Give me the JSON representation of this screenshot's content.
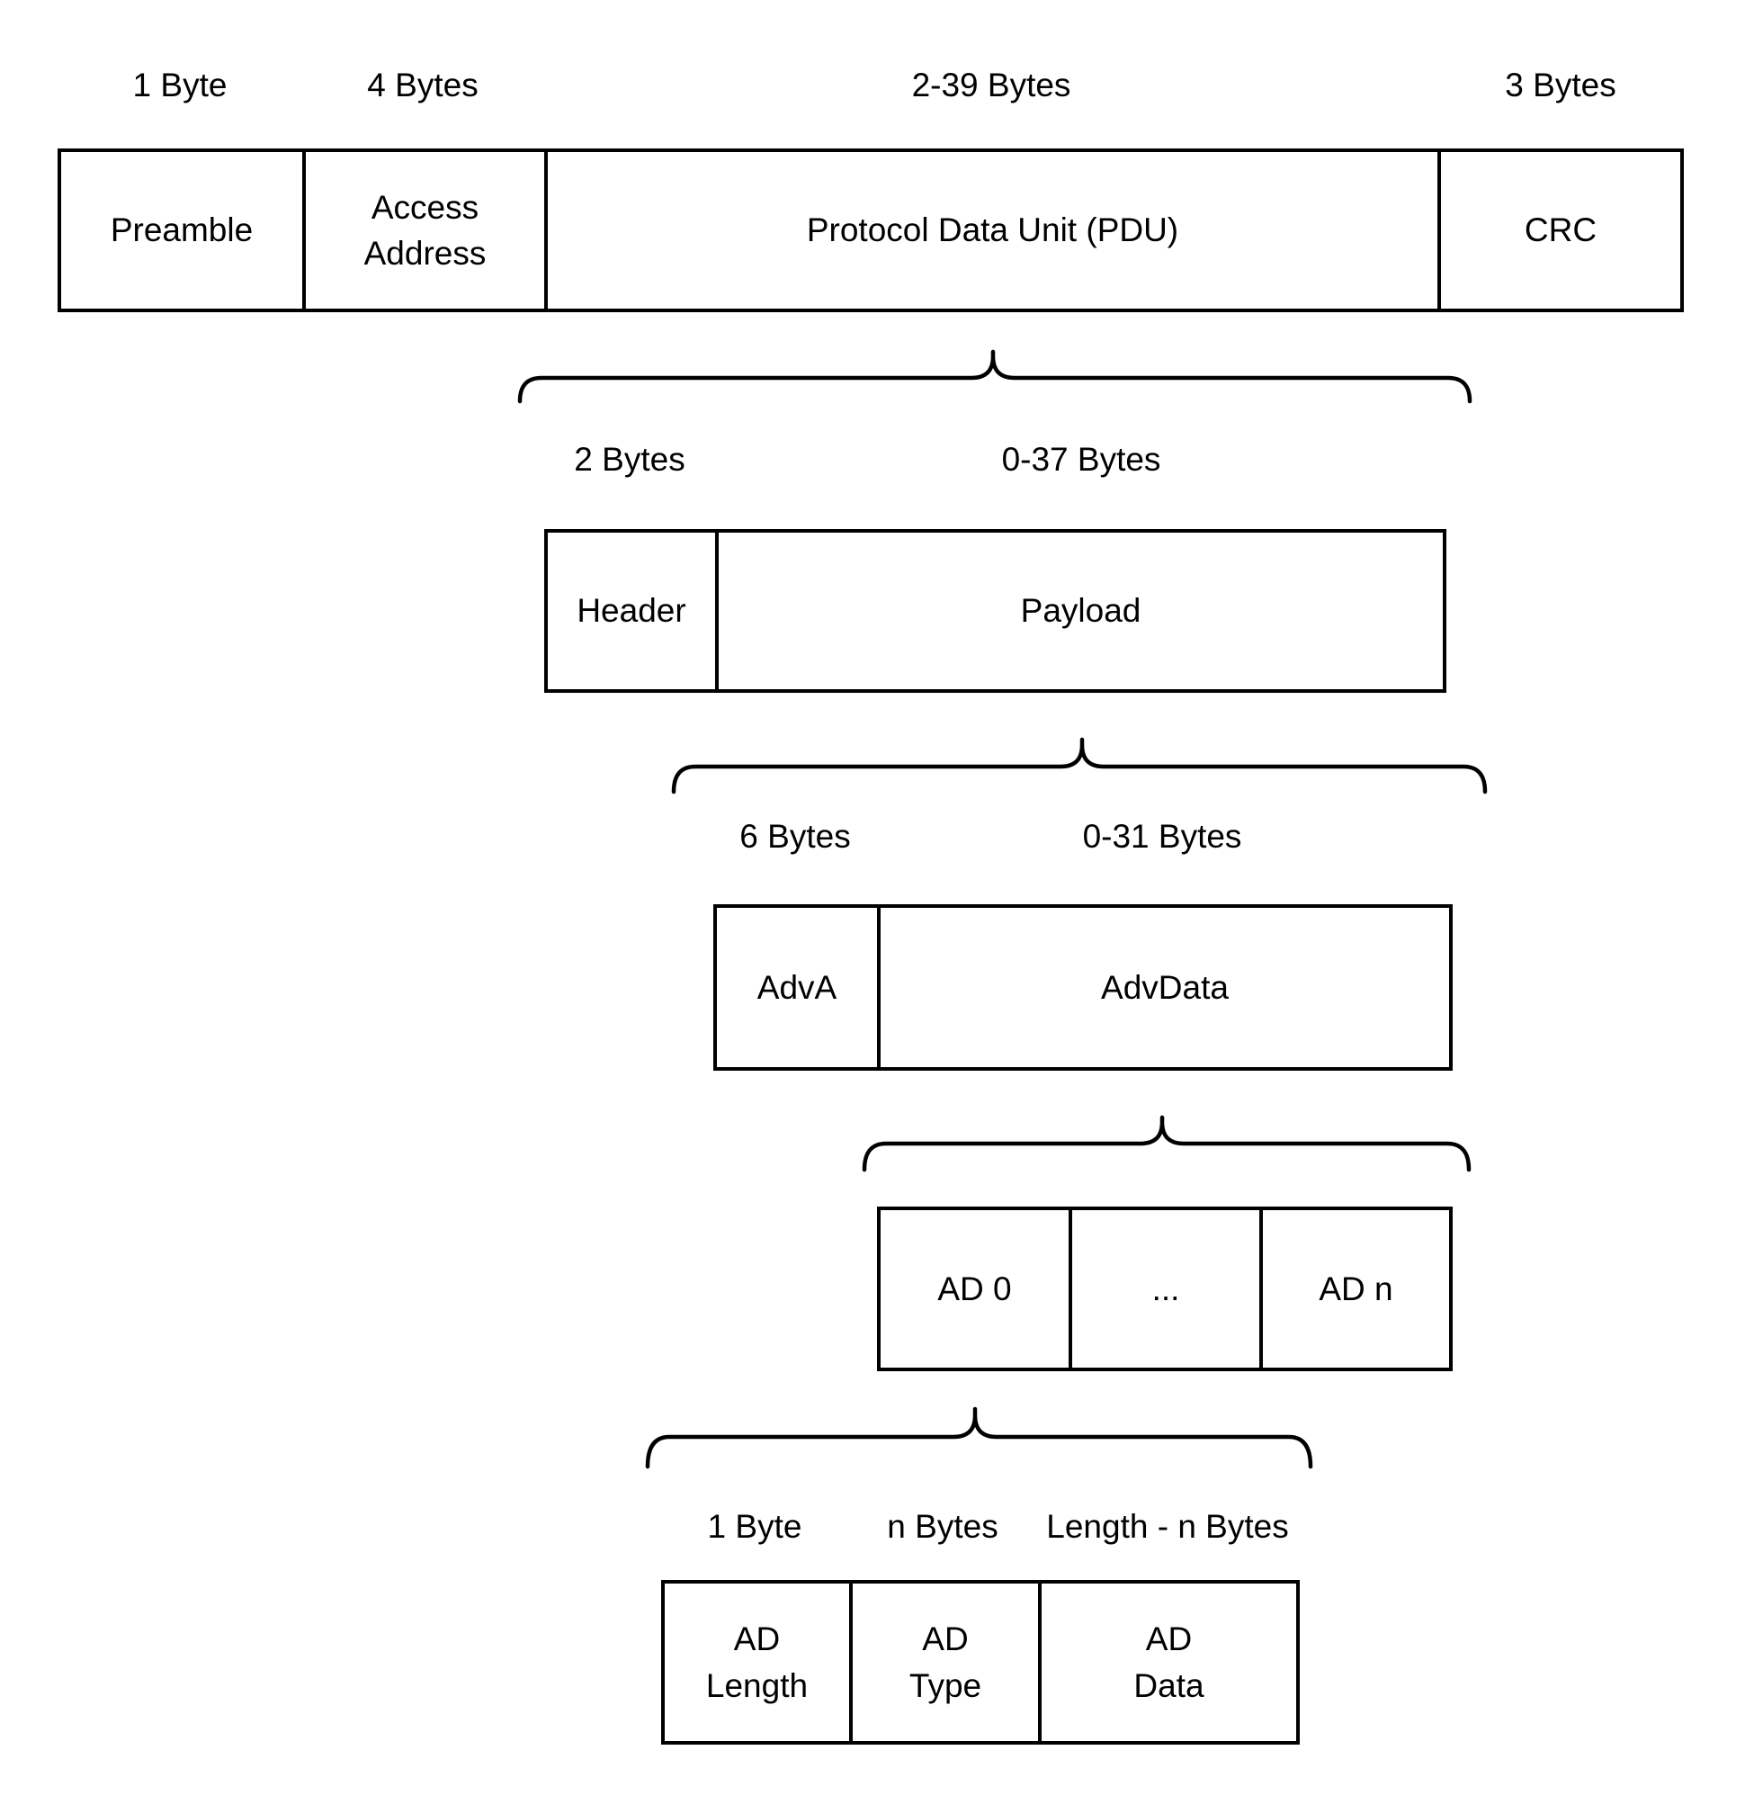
{
  "colors": {
    "background": "#ffffff",
    "stroke": "#000000",
    "text": "#000000"
  },
  "packet_row": {
    "size_labels": {
      "preamble": "1 Byte",
      "access_address": "4 Bytes",
      "pdu": "2-39 Bytes",
      "crc": "3 Bytes"
    },
    "cells": {
      "preamble": "Preamble",
      "access_address": "Access\nAddress",
      "pdu": "Protocol Data Unit (PDU)",
      "crc": "CRC"
    }
  },
  "pdu_row": {
    "size_labels": {
      "header": "2 Bytes",
      "payload": "0-37 Bytes"
    },
    "cells": {
      "header": "Header",
      "payload": "Payload"
    }
  },
  "payload_row": {
    "size_labels": {
      "adva": "6 Bytes",
      "advdata": "0-31 Bytes"
    },
    "cells": {
      "adva": "AdvA",
      "advdata": "AdvData"
    }
  },
  "advdata_row": {
    "cells": {
      "ad0": "AD 0",
      "ellipsis": "...",
      "adn": "AD n"
    }
  },
  "ad_structure_row": {
    "size_labels": {
      "ad_length": "1 Byte",
      "ad_type": "n Bytes",
      "ad_data": "Length - n Bytes"
    },
    "cells": {
      "ad_length": "AD\nLength",
      "ad_type": "AD\nType",
      "ad_data": "AD\nData"
    }
  }
}
